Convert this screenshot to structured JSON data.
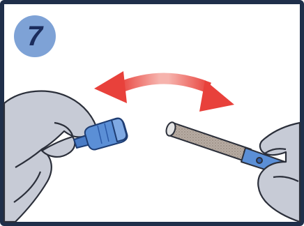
{
  "step": {
    "number": "7"
  },
  "colors": {
    "frame": "#1f2f4a",
    "badge": "#7ea2d6",
    "badge_text": "#1b2c5c",
    "glove": "#c7cbd6",
    "arrow": "#e8413b",
    "cap_blue": "#5b8fd6",
    "tube_grey": "#bfbfbf",
    "sponge": "#9c8e83"
  },
  "icons": [
    "bidirectional-arrow-icon",
    "gloved-hand-left",
    "gloved-hand-right",
    "blue-cap",
    "collection-tube"
  ]
}
